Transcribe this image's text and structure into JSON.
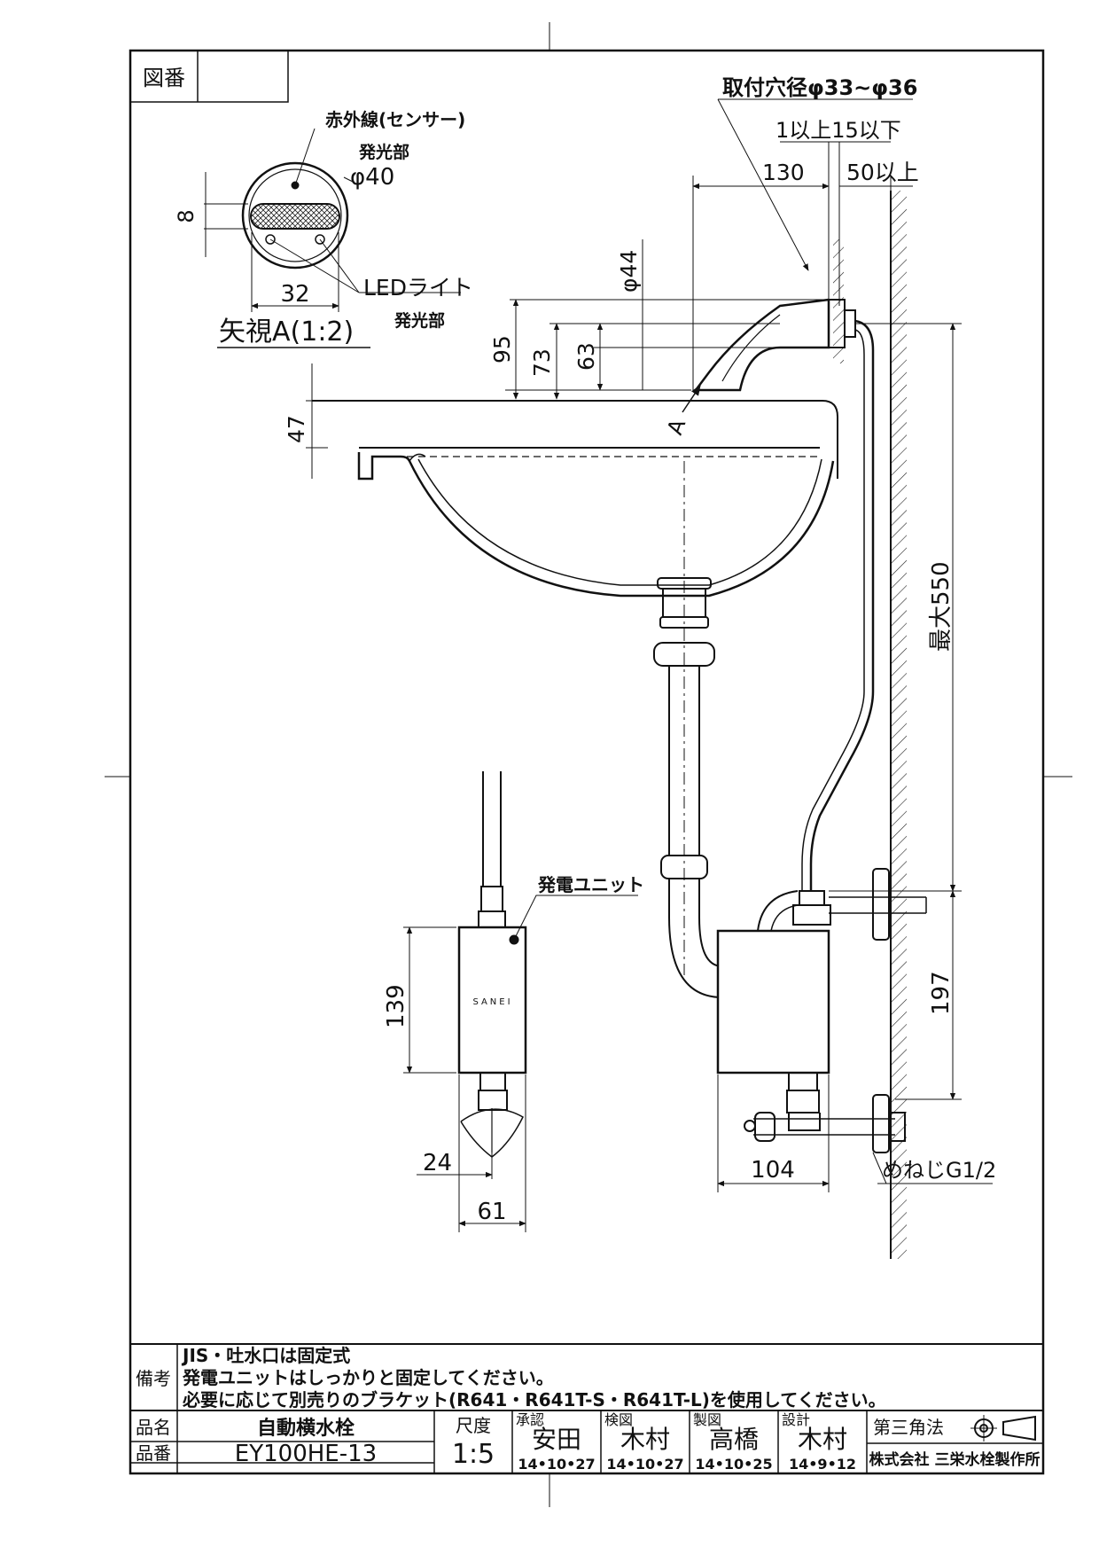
{
  "drawing_no": {
    "label": "図番",
    "value": ""
  },
  "view_a": {
    "title": "矢視A(1:2)",
    "infrared": "赤外線(センサー)",
    "emitter_top": "発光部",
    "diameter": "φ40",
    "dim_8": "8",
    "dim_32": "32",
    "led": "LEDライト",
    "emitter_bottom": "発光部"
  },
  "dims": {
    "hole": "取付穴径φ33~φ36",
    "thickness": "1以上15以下",
    "d130": "130",
    "d50": "50以上",
    "d44": "φ44",
    "d95": "95",
    "d73": "73",
    "d63": "63",
    "d47": "47",
    "arrow_a": "A",
    "max550": "最大550",
    "d197": "197",
    "d139": "139",
    "d24": "24",
    "d61": "61",
    "d104": "104",
    "thread": "めねじG1/2"
  },
  "labels": {
    "generator": "発電ユニット",
    "brand": "SANEI"
  },
  "notes": {
    "label": "備考",
    "lines": [
      "JIS・吐水口は固定式",
      "発電ユニットはしっかりと固定してください。",
      "必要に応じて別売りのブラケット(R641・R641T-S・R641T-L)を使用してください。"
    ]
  },
  "title_block": {
    "name_label": "品名",
    "name_value": "自動横水栓",
    "number_label": "品番",
    "number_value": "EY100HE-13",
    "scale_label": "尺度",
    "scale_value": "1:5",
    "approval": {
      "label": "承認",
      "name": "安田",
      "date": "14•10•27"
    },
    "check": {
      "label": "検図",
      "name": "木村",
      "date": "14•10•27"
    },
    "draft": {
      "label": "製図",
      "name": "高橋",
      "date": "14•10•25"
    },
    "design": {
      "label": "設計",
      "name": "木村",
      "date": "14•9•12"
    },
    "projection": "第三角法",
    "company": "株式会社 三栄水栓製作所"
  }
}
